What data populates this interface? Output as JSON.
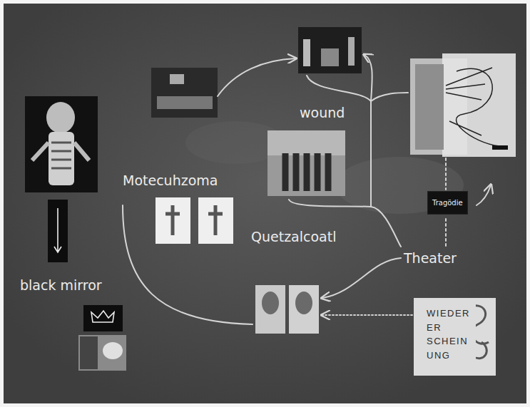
{
  "diagram": {
    "nodes": [
      {
        "text": [
          "Tragödie"
        ]
      },
      {
        "text": [
          "WIEDER ER SCHEIN UNG"
        ]
      }
    ],
    "labels": [
      "wound",
      "Motecuhzoma",
      "Quetzalcoatl",
      "Theater",
      "black mirror"
    ]
  }
}
